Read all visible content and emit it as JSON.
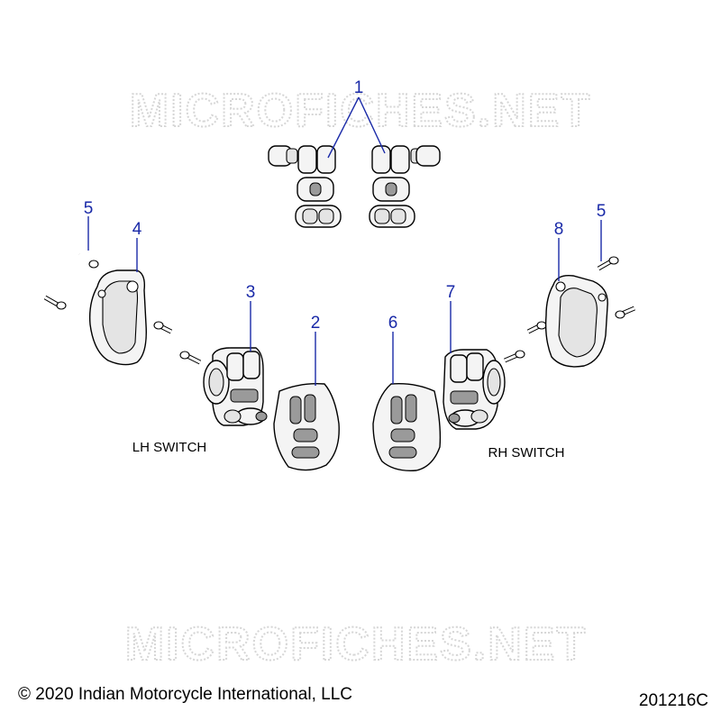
{
  "watermark": {
    "top": "MICROFICHES.NET",
    "bottom": "MICROFICHES.NET"
  },
  "callouts": {
    "c1": "1",
    "c2": "2",
    "c3": "3",
    "c4": "4",
    "c5_left": "5",
    "c5_right": "5",
    "c6": "6",
    "c7": "7",
    "c8": "8"
  },
  "labels": {
    "lh_switch": "LH SWITCH",
    "rh_switch": "RH SWITCH"
  },
  "footer": {
    "copyright": "© 2020 Indian Motorcycle International, LLC",
    "diagram_code": "201216C"
  }
}
